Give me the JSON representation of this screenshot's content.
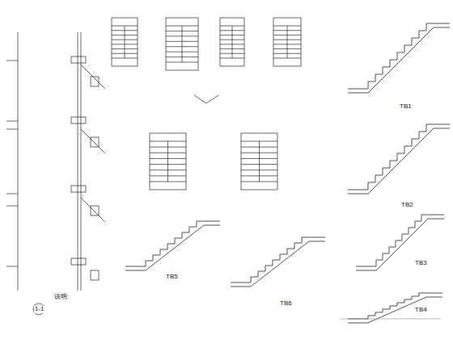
{
  "diagram": {
    "labels": [
      "TB1",
      "TB2",
      "TB3",
      "TB4",
      "TB5",
      "TB6",
      "1-1",
      "说明:"
    ]
  }
}
